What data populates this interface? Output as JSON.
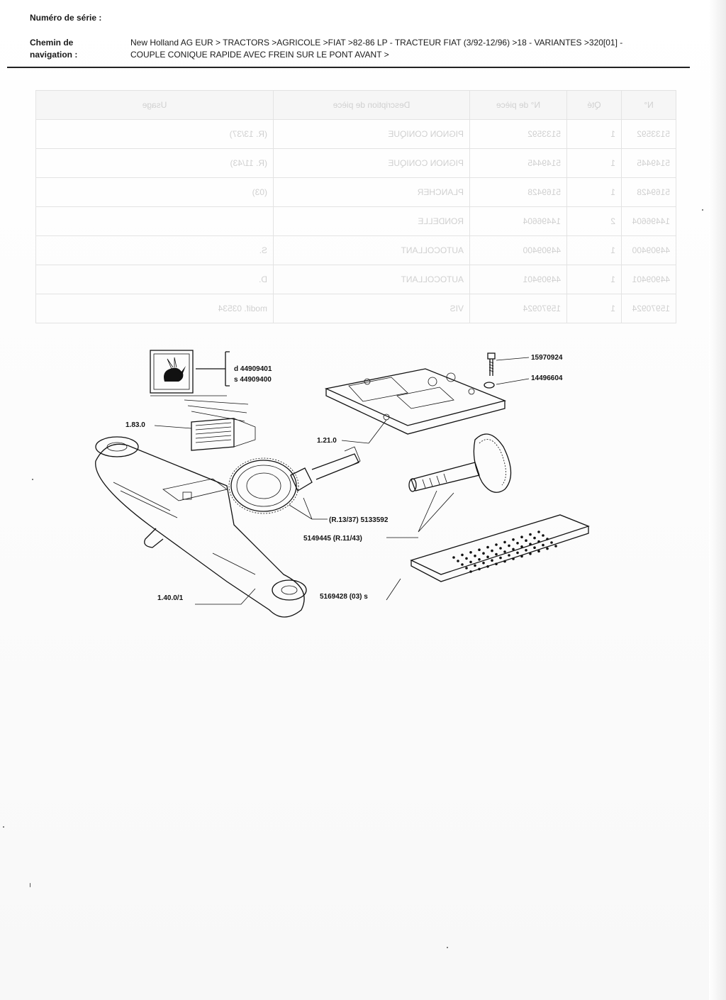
{
  "header": {
    "serial_label": "Numéro de série :",
    "path_label_line1": "Chemin de",
    "path_label_line2": "navigation :",
    "path_line1": "New Holland AG EUR > TRACTORS >AGRICOLE >FIAT >82-86 LP - TRACTEUR FIAT  (3/92-12/96) >18 - VARIANTES >320[01] -",
    "path_line2": "COUPLE CONIQUE RAPIDE AVEC FREIN SUR LE PONT AVANT >"
  },
  "ghost_table": {
    "headers": [
      "N°",
      "Qté",
      "N° de pièce",
      "Description de pièce",
      "Usage"
    ],
    "rows": [
      [
        "5133592",
        "1",
        "5133592",
        "PIGNON CONIQUE",
        "(R. 13/37)"
      ],
      [
        "5149445",
        "1",
        "5149445",
        "PIGNON CONIQUE",
        "(R. 11/43)"
      ],
      [
        "5169428",
        "1",
        "5169428",
        "PLANCHER",
        "(03)"
      ],
      [
        "14496604",
        "2",
        "14496604",
        "RONDELLE",
        ""
      ],
      [
        "44909400",
        "1",
        "44909400",
        "AUTOCOLLANT",
        "S."
      ],
      [
        "44909401",
        "1",
        "44909401",
        "AUTOCOLLANT",
        "D."
      ],
      [
        "15970924",
        "1",
        "15970924",
        "VIS",
        "modif. 03534"
      ]
    ]
  },
  "diagram": {
    "decal_d": "d 44909401",
    "decal_s": "s 44909400",
    "screw_ref": "15970924",
    "washer_ref": "14496604",
    "ref_183": "1.83.0",
    "ref_121": "1.21.0",
    "ref_pinion1": "(R.13/37)  5133592",
    "ref_pinion2": "5149445 (R.11/43)",
    "ref_axle": "1.40.0/1",
    "ref_floor": "5169428 (03) s"
  }
}
